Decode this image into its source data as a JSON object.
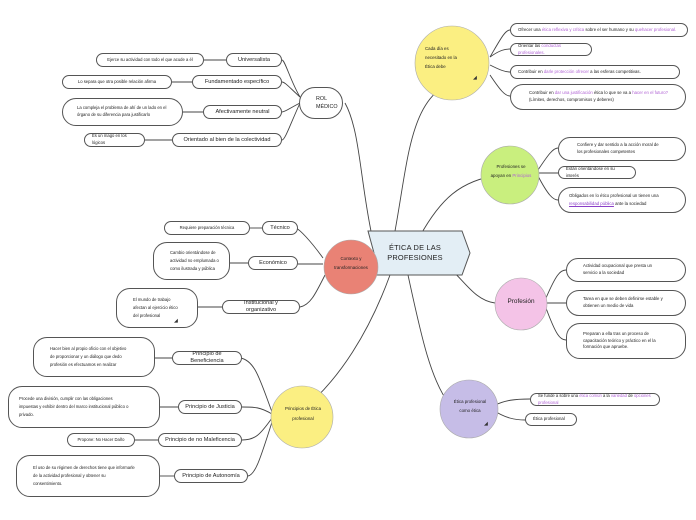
{
  "center": {
    "line1": "ÉTICA DE LAS",
    "line2": "PROFESIONES"
  },
  "colors": {
    "yellow": "#fbef82",
    "green": "#c9ef7e",
    "pink": "#f4c3e7",
    "lavender": "#c6bde7",
    "red": "#e98275",
    "center_fill": "#e3eef5",
    "line": "#444444",
    "highlight_purple": "#b063d4"
  },
  "rol_medico": {
    "circle": {
      "line1": "ROL",
      "line2": "MÉDICO"
    },
    "items": [
      {
        "label": "Universalista",
        "detail": "Ejerce su actividad con todo el que acude a él"
      },
      {
        "label": "Fundamentado específico",
        "detail": "Lo separa que otra posible relación afirma"
      },
      {
        "label": "Afectivamente neutral",
        "detail_lines": [
          "La compleja el problema de ahí de un lado en el",
          "órgano de su diferencia para justificarlo"
        ]
      },
      {
        "label": "Orientado al bien de la colectividad",
        "detail": "Es un mago en los lógicos"
      }
    ]
  },
  "cada_dia": {
    "circle": {
      "line1": "Cada día es",
      "line2": "necesitado en la",
      "line3": "Ética debe"
    },
    "items": [
      {
        "pre": "Ofrecer una ",
        "hl": "ética reflexiva y crítica",
        "mid": " sobre el ser humano y su ",
        "hl2": "quehacer profesional."
      },
      {
        "pre": "Orientar las ",
        "hl": "conductas profesionales."
      },
      {
        "pre": "Contribuir en ",
        "hl": "darle protección ofrecer",
        "mid": " a las esferas competitivas."
      },
      {
        "pre": "Contribuir en ",
        "hl": "dar una justificación",
        "mid": " ética lo que se va a ",
        "hl2": "hacer en el futuro?",
        "line2": "(Límites, derechos, compromisos y deberes)"
      }
    ]
  },
  "profesiones": {
    "circle": {
      "line1": "Profesiones se",
      "line2": "apoyan en ",
      "hl": "Principios"
    },
    "items": [
      {
        "lines": [
          "Confiere y dar sentido a la acción moral de",
          "los profesionales competentes"
        ]
      },
      {
        "lines": [
          "Están orientándose en su interés"
        ]
      },
      {
        "pre": "Obligados en lo ético profesional un tienen una",
        "hl": "responsabilidad pública",
        "post": " ante la sociedad"
      }
    ]
  },
  "profesion": {
    "circle": {
      "line1": "Profesión"
    },
    "items": [
      {
        "lines": [
          "Actividad ocupacional que presta un",
          "servicio a la sociedad"
        ]
      },
      {
        "lines": [
          "Tarea en que se deben definirse estable y",
          "obtienen un medio de vida"
        ]
      },
      {
        "lines": [
          "Preparan a ella tras un proceso de",
          "capacitación teórico y práctico en el la",
          "formación que apruebe."
        ]
      }
    ]
  },
  "etica_profesional": {
    "circle": {
      "line1": "Ética profesional",
      "line2": "como ética"
    },
    "items": [
      {
        "pre": "Se funde a sobre una ",
        "hl": "ética común",
        "mid": " a la ",
        "hl2": "variedad",
        "post": " de ",
        "hl3": "opciones profesional"
      },
      {
        "lines": [
          "Ética profesional"
        ]
      }
    ]
  },
  "contexto": {
    "circle": {
      "line1": "Contexto y",
      "line2": "transformaciones"
    },
    "items": [
      {
        "label": "Técnico",
        "detail_lines": [
          "Requiere preparación técnica"
        ]
      },
      {
        "label": "Económico",
        "detail_lines": [
          "Cambio orientándose de",
          "actividad no emplumada o",
          "como ilustrada y pública"
        ]
      },
      {
        "label": "Institucional y organizativo",
        "detail_lines": [
          "El mundo de trabajo",
          "afectan al ejercicio ético",
          "del profesional"
        ]
      }
    ]
  },
  "principios": {
    "circle": {
      "line1": "Principios de Ética",
      "line2": "profesional"
    },
    "items": [
      {
        "label": "Principio de Beneficiencia",
        "detail_lines": [
          "Hacer bien al propio oficio con el objetivo",
          "de proporcionar y un diálogo que dedo",
          "profesión es efectuamos en realizar"
        ]
      },
      {
        "label": "Principio de Justicia",
        "detail_lines": [
          "Procede una división, cumplir con las obligaciones",
          "impuestas y exhibir dentro del marco institucional público o",
          "privado."
        ]
      },
      {
        "label": "Principio de no Maleficencia",
        "detail_lines": [
          "Propone: No Hacer Daño"
        ]
      },
      {
        "label": "Principio de Autonomía",
        "detail_lines": [
          "El uso de su régimen de derechos tiene que informarle",
          "de la actividad profesional y obtener su",
          "consentimiento."
        ]
      }
    ]
  }
}
